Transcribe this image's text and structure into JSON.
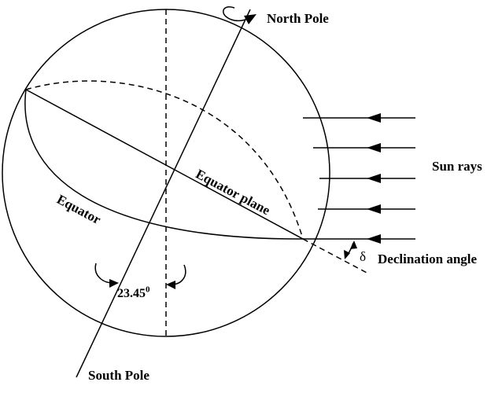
{
  "labels": {
    "north_pole": "North Pole",
    "south_pole": "South Pole",
    "sun_rays": "Sun rays",
    "equator": "Equator",
    "equator_plane": "Equator plane",
    "delta_symbol": "δ",
    "declination_angle": "Declination angle",
    "tilt_angle_value": "23.45",
    "tilt_angle_superscript": "0"
  },
  "colors": {
    "stroke": "#000000",
    "background": "#ffffff"
  }
}
